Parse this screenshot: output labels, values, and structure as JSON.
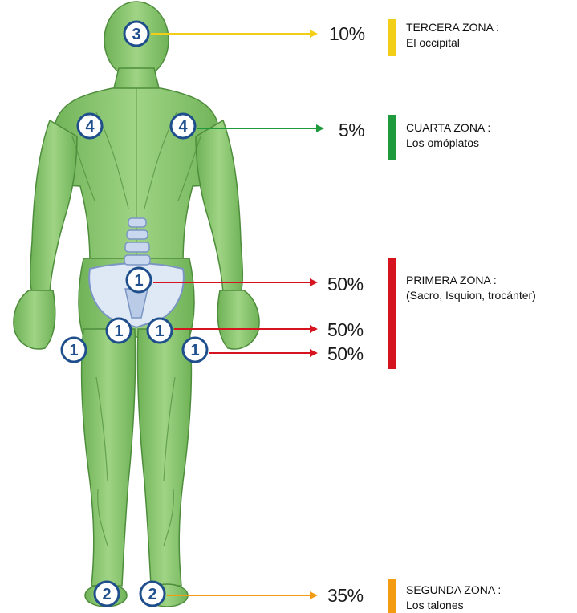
{
  "colors": {
    "zona1": "#d6141f",
    "zona2": "#f39c12",
    "zona3": "#f2cf16",
    "zona4": "#1f9a3c",
    "body": "#86c56d",
    "body_dark": "#5f9f4a",
    "marker_fill": "#ffffff",
    "marker_ring": "#1e4e8c"
  },
  "markers": [
    {
      "label": "3"
    },
    {
      "label": "4"
    },
    {
      "label": "4"
    },
    {
      "label": "1"
    },
    {
      "label": "1"
    },
    {
      "label": "1"
    },
    {
      "label": "1"
    },
    {
      "label": "1"
    },
    {
      "label": "2"
    },
    {
      "label": "2"
    }
  ],
  "values": {
    "occipital": "10%",
    "omoplatos": "5%",
    "sacro": "50%",
    "isquion": "50%",
    "trocanter": "50%",
    "talones": "35%"
  },
  "zones": {
    "tercera": {
      "title": "TERCERA ZONA :",
      "subtitle": "El occipital"
    },
    "cuarta": {
      "title": "CUARTA ZONA :",
      "subtitle": "Los omóplatos"
    },
    "primera": {
      "title": "PRIMERA ZONA :",
      "subtitle": "(Sacro, Isquion, trocánter)"
    },
    "segunda": {
      "title": "SEGUNDA ZONA :",
      "subtitle": "Los talones"
    }
  }
}
